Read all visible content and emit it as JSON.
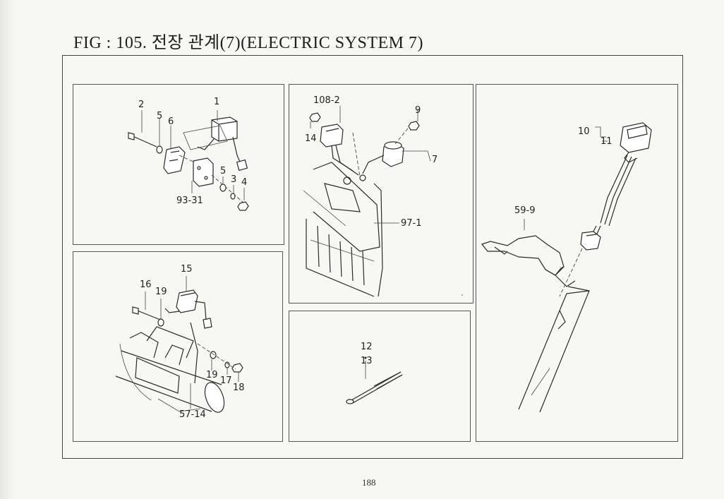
{
  "title": "FIG : 105. 전장 관계(7)(ELECTRIC SYSTEM 7)",
  "page_number": "188",
  "panels": {
    "top_left": {
      "labels": [
        "1",
        "2",
        "5",
        "6",
        "5",
        "3",
        "4",
        "93-31"
      ]
    },
    "bottom_left": {
      "labels": [
        "15",
        "16",
        "19",
        "19",
        "17",
        "18",
        "57-14"
      ]
    },
    "top_center": {
      "labels": [
        "108-2",
        "9",
        "14",
        "7",
        "97-1"
      ]
    },
    "bottom_center": {
      "labels": [
        "12",
        "13"
      ]
    },
    "right": {
      "labels": [
        "10",
        "11",
        "59-9"
      ]
    }
  }
}
